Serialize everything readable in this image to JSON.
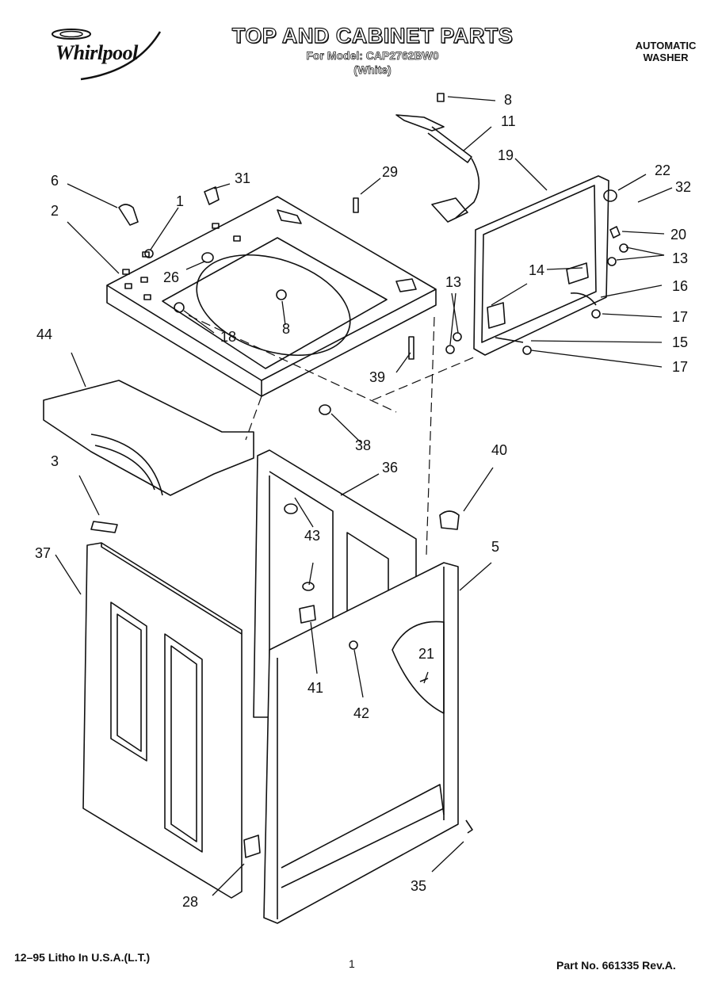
{
  "header": {
    "brand": "Whirlpool",
    "title": "TOP AND CABINET PARTS",
    "model_line": "For Model: CAP2762BW0",
    "color_line": "(White)",
    "product_line1": "AUTOMATIC",
    "product_line2": "WASHER"
  },
  "footer": {
    "litho": "12–95 Litho In U.S.A.(L.T.)",
    "page": "1",
    "part_no": "Part No. 661335 Rev.A."
  },
  "callouts": {
    "c8a": "8",
    "c11": "11",
    "c19": "19",
    "c22": "22",
    "c32": "32",
    "c6": "6",
    "c1": "1",
    "c31": "31",
    "c29": "29",
    "c2": "2",
    "c26": "26",
    "c8b": "8",
    "c18": "18",
    "c20": "20",
    "c13a": "13",
    "c14": "14",
    "c13b": "13",
    "c16": "16",
    "c17a": "17",
    "c15": "15",
    "c17b": "17",
    "c44": "44",
    "c39": "39",
    "c38": "38",
    "c3": "3",
    "c36": "36",
    "c40": "40",
    "c43": "43",
    "c5": "5",
    "c37": "37",
    "c21": "21",
    "c41": "41",
    "c42": "42",
    "c28": "28",
    "c35": "35"
  }
}
